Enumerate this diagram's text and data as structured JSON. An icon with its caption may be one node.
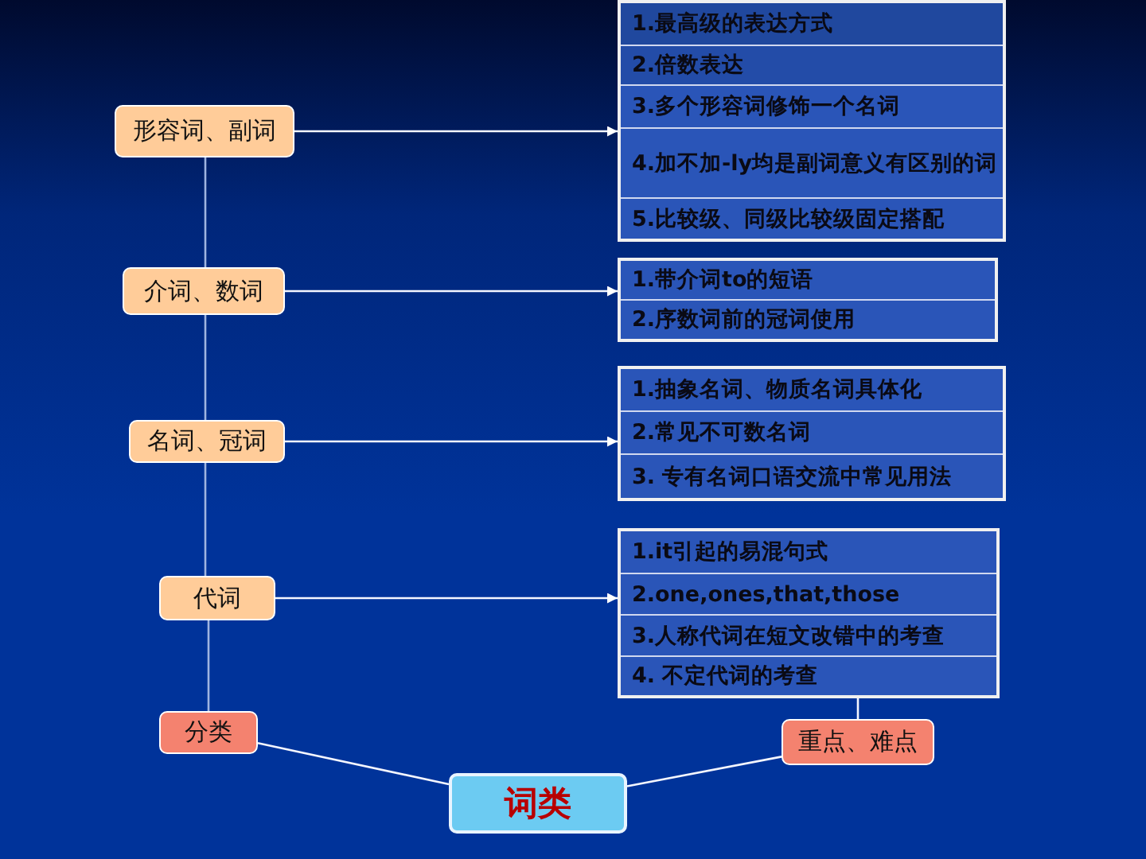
{
  "diagram": {
    "nodes": [
      {
        "text": [
          "形容词、副词"
        ]
      },
      {
        "text": [],
        "shape": "box"
      },
      {
        "text": [
          "1.最高级的表达方式"
        ],
        "in": 1
      },
      {
        "text": [
          "2.倍数表达"
        ],
        "in": 1
      },
      {
        "text": [
          "3.多个形容词修饰一个名词"
        ],
        "in": 1
      },
      {
        "text": [
          "4.加不加-ly均是副词意义有区别的词"
        ],
        "in": 1
      },
      {
        "text": [
          "5.比较级、同级比较级固定搭配"
        ],
        "in": 1
      },
      {
        "text": [
          "介词、数词"
        ]
      },
      {
        "text": [],
        "shape": "box"
      },
      {
        "text": [
          "1.带介词to的短语"
        ],
        "in": 8
      },
      {
        "text": [
          "2.序数词前的冠词使用"
        ],
        "in": 8
      },
      {
        "text": [
          "名词、冠词"
        ]
      },
      {
        "text": [],
        "shape": "box"
      },
      {
        "text": [
          "1.抽象名词、物质名词具体化"
        ],
        "in": 12
      },
      {
        "text": [
          "2.常见不可数名词"
        ],
        "in": 12
      },
      {
        "text": [
          "3. 专有名词口语交流中常见用法"
        ],
        "in": 12
      },
      {
        "text": [
          "代词"
        ]
      },
      {
        "text": [],
        "shape": "box"
      },
      {
        "text": [
          "1.it引起的易混句式"
        ],
        "in": 17
      },
      {
        "text": [
          "2.one,ones,that,those"
        ],
        "in": 17
      },
      {
        "text": [
          "3.人称代词在短文改错中的考查"
        ],
        "in": 17
      },
      {
        "text": [
          "4. 不定代词的考查"
        ],
        "in": 17
      },
      {
        "text": [
          "分类"
        ]
      },
      {
        "text": [
          "重点、难点"
        ]
      },
      {
        "text": [
          "词类"
        ]
      }
    ],
    "edges": [
      {
        "from": 0,
        "to": 1,
        "arrow": "to"
      },
      {
        "from": 7,
        "to": 8,
        "arrow": "to"
      },
      {
        "from": 11,
        "to": 12,
        "arrow": "to"
      },
      {
        "from": 16,
        "to": 17,
        "arrow": "to"
      },
      {
        "from": 0,
        "to": 7,
        "arrow": "none"
      },
      {
        "from": 7,
        "to": 11,
        "arrow": "none"
      },
      {
        "from": 11,
        "to": 16,
        "arrow": "none"
      },
      {
        "from": 16,
        "to": 22,
        "arrow": "none"
      },
      {
        "from": 22,
        "to": 24,
        "arrow": "none"
      },
      {
        "from": 24,
        "to": 23,
        "arrow": "none"
      },
      {
        "from": 23,
        "to": 17,
        "arrow": "none"
      }
    ]
  }
}
